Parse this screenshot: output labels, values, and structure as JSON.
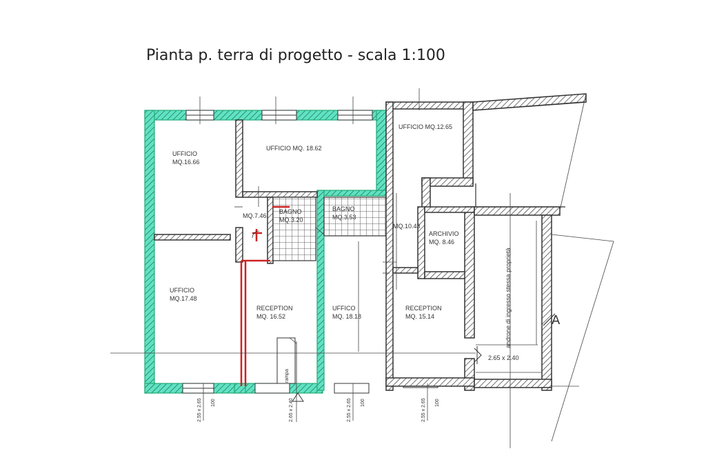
{
  "title": "Pianta p. terra di progetto  - scala 1:100",
  "rooms": [
    {
      "name": "UFFICIO",
      "area": "MQ.16.66"
    },
    {
      "name": "UFFICIO MQ. 18.62",
      "area": ""
    },
    {
      "name": "UFFICIO MQ.12.65",
      "area": ""
    },
    {
      "name": "MQ.7.46",
      "area": ""
    },
    {
      "name": "BAGNO",
      "area": "MQ.3.20"
    },
    {
      "name": "BAGNO",
      "area": "MQ.3.53"
    },
    {
      "name": "MQ.10.43",
      "area": ""
    },
    {
      "name": "ARCHIVIO",
      "area": "MQ. 8.46"
    },
    {
      "name": "UFFICIO",
      "area": "MQ.17.48"
    },
    {
      "name": "RECEPTION",
      "area": "MQ. 16.52"
    },
    {
      "name": "UFFICO",
      "area": "MQ. 18.18"
    },
    {
      "name": "RECEPTION",
      "area": "MQ. 15.14"
    }
  ],
  "labels": {
    "ramp": "rampa",
    "passage": "androne di ingresso stessa proprietà",
    "opening": "2.65 x 2.40",
    "section": "A"
  },
  "dimensions": [
    "2.55 x 2.65",
    "100",
    "2.65 x 2.40",
    "2.55 x 2.65",
    "100",
    "2.55 x 2.65",
    "100"
  ],
  "colors": {
    "highlight": "#3fd6b0",
    "red": "#cc2222",
    "wall": "#333333"
  }
}
